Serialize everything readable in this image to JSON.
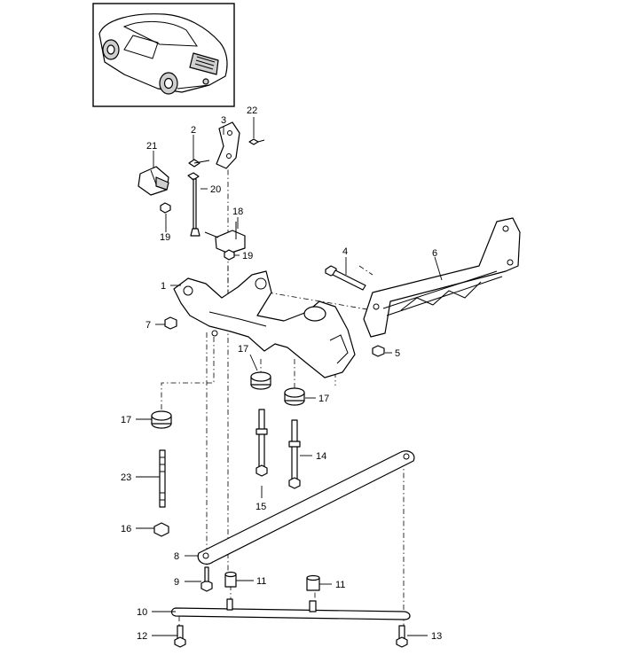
{
  "callouts": {
    "c1": "1",
    "c2": "2",
    "c3": "3",
    "c4": "4",
    "c5": "5",
    "c6": "6",
    "c7": "7",
    "c8": "8",
    "c9": "9",
    "c10": "10",
    "c11a": "11",
    "c11b": "11",
    "c12": "12",
    "c13": "13",
    "c14": "14",
    "c15": "15",
    "c16": "16",
    "c17a": "17",
    "c17b": "17",
    "c17c": "17",
    "c18": "18",
    "c19a": "19",
    "c19b": "19",
    "c20": "20",
    "c21": "21",
    "c22": "22",
    "c23": "23"
  }
}
